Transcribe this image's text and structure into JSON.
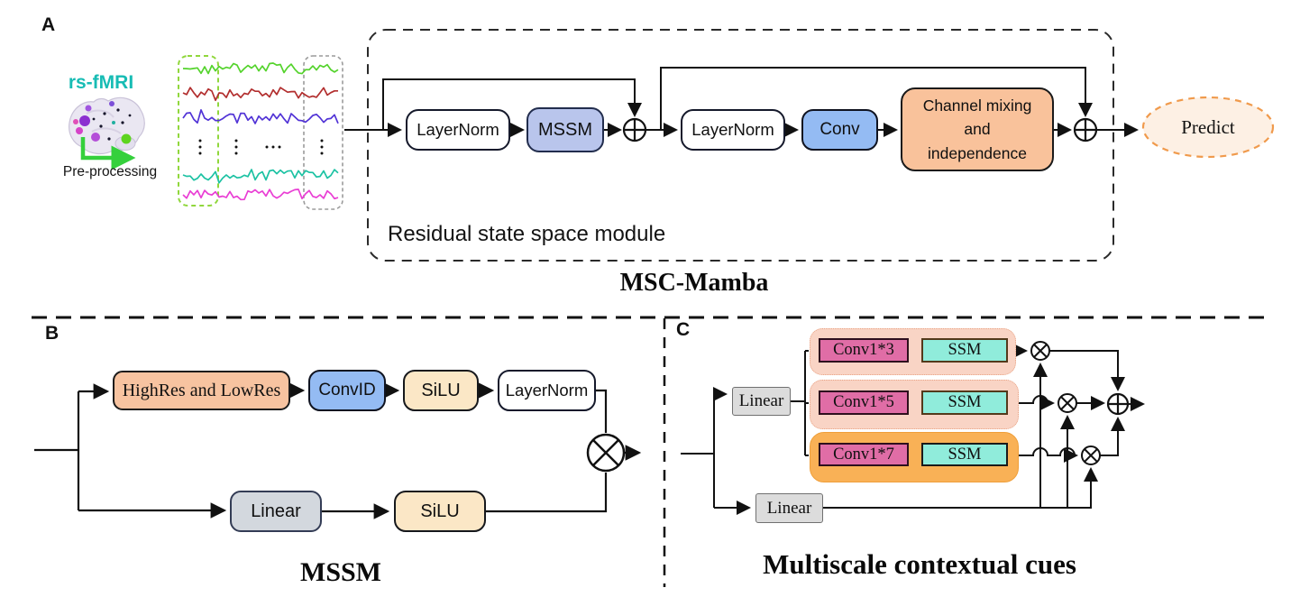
{
  "figure": {
    "panel_a": {
      "label": "A",
      "input_label": "rs-fMRI",
      "preprocess_label": "Pre-processing",
      "module_caption": "Residual state space module",
      "title": "MSC-Mamba",
      "nodes": {
        "layernorm1": "LayerNorm",
        "mssm": "MSSM",
        "layernorm2": "LayerNorm",
        "conv": "Conv",
        "channel_mixing_lines": [
          "Channel mixing",
          "and",
          "independence"
        ],
        "predict": "Predict"
      }
    },
    "panel_b": {
      "label": "B",
      "title": "MSSM",
      "nodes": {
        "highres": "HighRes and LowRes",
        "conv1d": "ConvID",
        "silu_top": "SiLU",
        "layernorm": "LayerNorm",
        "linear": "Linear",
        "silu_bottom": "SiLU"
      }
    },
    "panel_c": {
      "label": "C",
      "title": "Multiscale contextual cues",
      "nodes": {
        "linear_top": "Linear",
        "conv1x3": "Conv1*3",
        "ssm1": "SSM",
        "conv1x5": "Conv1*5",
        "ssm2": "SSM",
        "conv1x7": "Conv1*7",
        "ssm3": "SSM",
        "linear_bottom": "Linear"
      }
    }
  },
  "colors": {
    "teal_accent": "#17bcb4",
    "mssm_fill": "#b9c5ec",
    "conv_fill": "#94bbf3",
    "channel_fill": "#f9c29b",
    "silu_fill": "#fbe7c6",
    "linear_fill": "#d3d8de",
    "predict_fill": "#fdf0e4",
    "predict_border": "#f09a4c",
    "conv_scale_fill": "#e06da6",
    "ssm_fill": "#90ecdb",
    "scale_row_fill": "#f9d4c5",
    "scale_row3_fill": "#f9b156",
    "green_arrow": "#35d03c",
    "signal_colors": [
      "#54d32c",
      "#b22e2e",
      "#5133d6",
      "#1cc2a3",
      "#e93ed4"
    ]
  }
}
